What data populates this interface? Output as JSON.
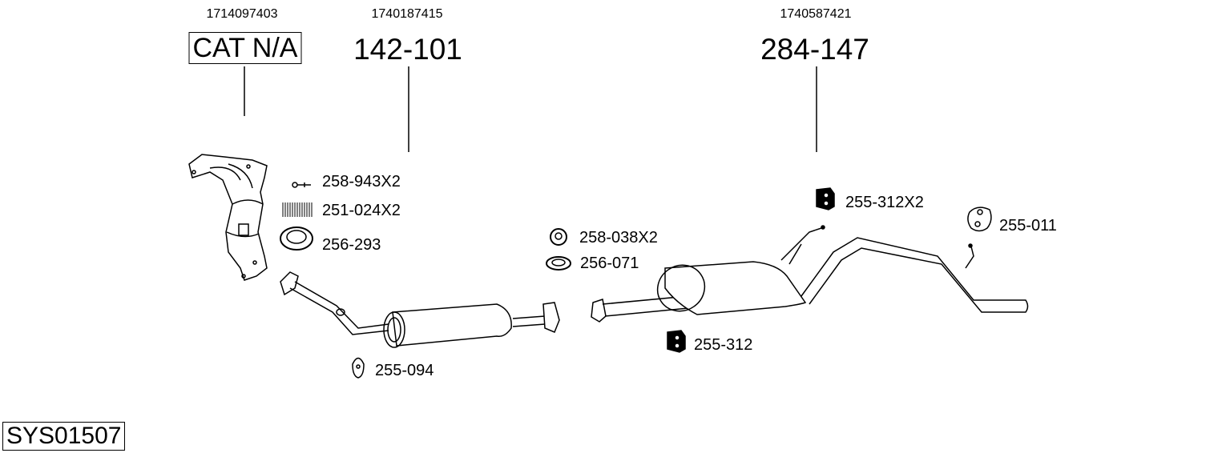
{
  "groups": [
    {
      "article": "1714097403",
      "part": "CAT N/A",
      "boxed": true
    },
    {
      "article": "1740187415",
      "part": "142-101",
      "boxed": false
    },
    {
      "article": "1740587421",
      "part": "284-147",
      "boxed": false
    }
  ],
  "accessories": [
    {
      "code": "258-943X2",
      "icon": "bolt-icon"
    },
    {
      "code": "251-024X2",
      "icon": "spring-icon"
    },
    {
      "code": "256-293",
      "icon": "gasket-ring-icon"
    },
    {
      "code": "258-038X2",
      "icon": "nut-icon"
    },
    {
      "code": "256-071",
      "icon": "flat-gasket-icon"
    },
    {
      "code": "255-094",
      "icon": "rubber-hanger-icon"
    },
    {
      "code": "255-312",
      "icon": "rubber-mount-icon"
    },
    {
      "code": "255-312X2",
      "icon": "rubber-mount-icon"
    },
    {
      "code": "255-011",
      "icon": "rubber-hanger-icon"
    }
  ],
  "system_id": "SYS01507",
  "colors": {
    "line": "#000000",
    "background": "#ffffff"
  }
}
